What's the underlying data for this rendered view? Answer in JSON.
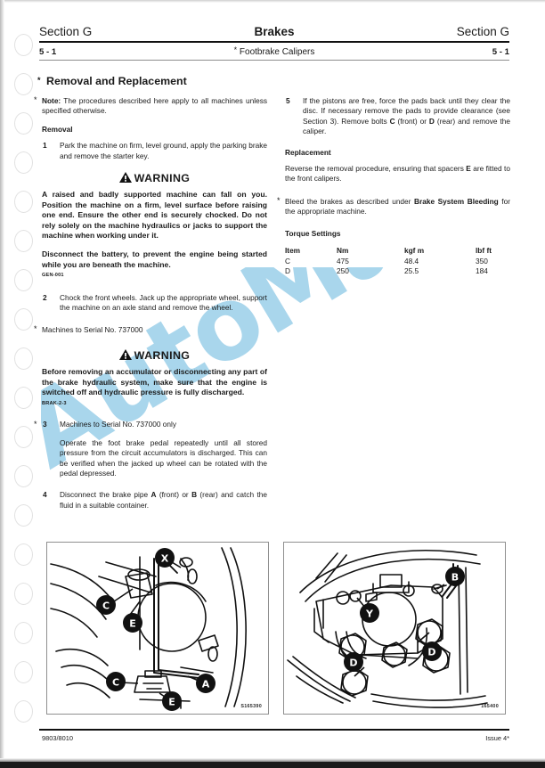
{
  "header": {
    "section_left": "Section G",
    "section_mid": "Brakes",
    "section_right": "Section G",
    "page_left": "5 - 1",
    "subtitle_mid": "Footbrake Calipers",
    "page_right": "5 - 1",
    "star": "*"
  },
  "page_title": "Removal and Replacement",
  "left_column": {
    "note_label": "Note:",
    "note_text": " The procedures described here apply to all machines unless specified otherwise.",
    "removal_heading": "Removal",
    "step1_num": "1",
    "step1_text": "Park the machine on firm, level ground, apply the parking brake and remove the starter key.",
    "warning1": {
      "title": "WARNING",
      "para1": "A raised and badly supported machine can fall on you. Position the machine on a firm, level surface before raising one end. Ensure the other end is securely chocked. Do not rely solely on the machine hydraulics or jacks to support the machine when working under it.",
      "para2": "Disconnect the battery, to prevent the engine being started while you are beneath the machine.",
      "code": "GEN-001"
    },
    "step2_num": "2",
    "step2_text": "Chock the front wheels. Jack up the appropriate wheel, support the machine on an axle stand and remove the wheel.",
    "serial_note": "Machines to Serial No. 737000",
    "warning2": {
      "title": "WARNING",
      "para1": "Before removing an accumulator or disconnecting any part of the brake hydraulic system, make sure that the engine is switched off and hydraulic pressure is fully discharged.",
      "code": "BRAK-2-3"
    },
    "step3_num": "3",
    "step3_text": "Machines to Serial No. 737000 only",
    "step3_sub": "Operate the foot brake pedal repeatedly until all stored pressure from the circuit accumulators is discharged. This can be verified when the jacked up wheel can be rotated with the pedal depressed.",
    "step4_num": "4",
    "step4_part1": "Disconnect the brake pipe ",
    "step4_boldA": "A",
    "step4_part2": " (front) or ",
    "step4_boldB": "B",
    "step4_part3": " (rear) and catch the fluid in a suitable container."
  },
  "right_column": {
    "step5_num": "5",
    "step5_part1": "If the pistons are free, force the pads back until they clear the disc. If necessary remove the pads to provide clearance (see Section 3). Remove bolts ",
    "step5_boldC": "C",
    "step5_part2": " (front) or ",
    "step5_boldD": "D",
    "step5_part3": " (rear) and remove the caliper.",
    "replacement_heading": "Replacement",
    "replacement_part1": "Reverse the removal procedure, ensuring that spacers ",
    "replacement_boldE": "E",
    "replacement_part2": " are fitted to the front calipers.",
    "bleed_part1": "Bleed the brakes as described under ",
    "bleed_bold": "Brake System Bleeding",
    "bleed_part2": " for the appropriate machine.",
    "torque_heading": "Torque Settings",
    "torque_table": {
      "headers": [
        "Item",
        "Nm",
        "kgf m",
        "lbf ft"
      ],
      "rows": [
        [
          "C",
          "475",
          "48.4",
          "350"
        ],
        [
          "D",
          "250",
          "25.5",
          "184"
        ]
      ]
    }
  },
  "figures": {
    "left": {
      "ref": "S165390",
      "callouts": [
        "X",
        "C",
        "E",
        "C",
        "A",
        "E"
      ]
    },
    "right": {
      "ref": "165400",
      "callouts": [
        "B",
        "Y",
        "D",
        "D"
      ]
    }
  },
  "footer": {
    "left": "9803/8010",
    "right": "Issue 4*"
  },
  "watermark": {
    "text": "AutoManual",
    "color": "#a9d6ec"
  }
}
